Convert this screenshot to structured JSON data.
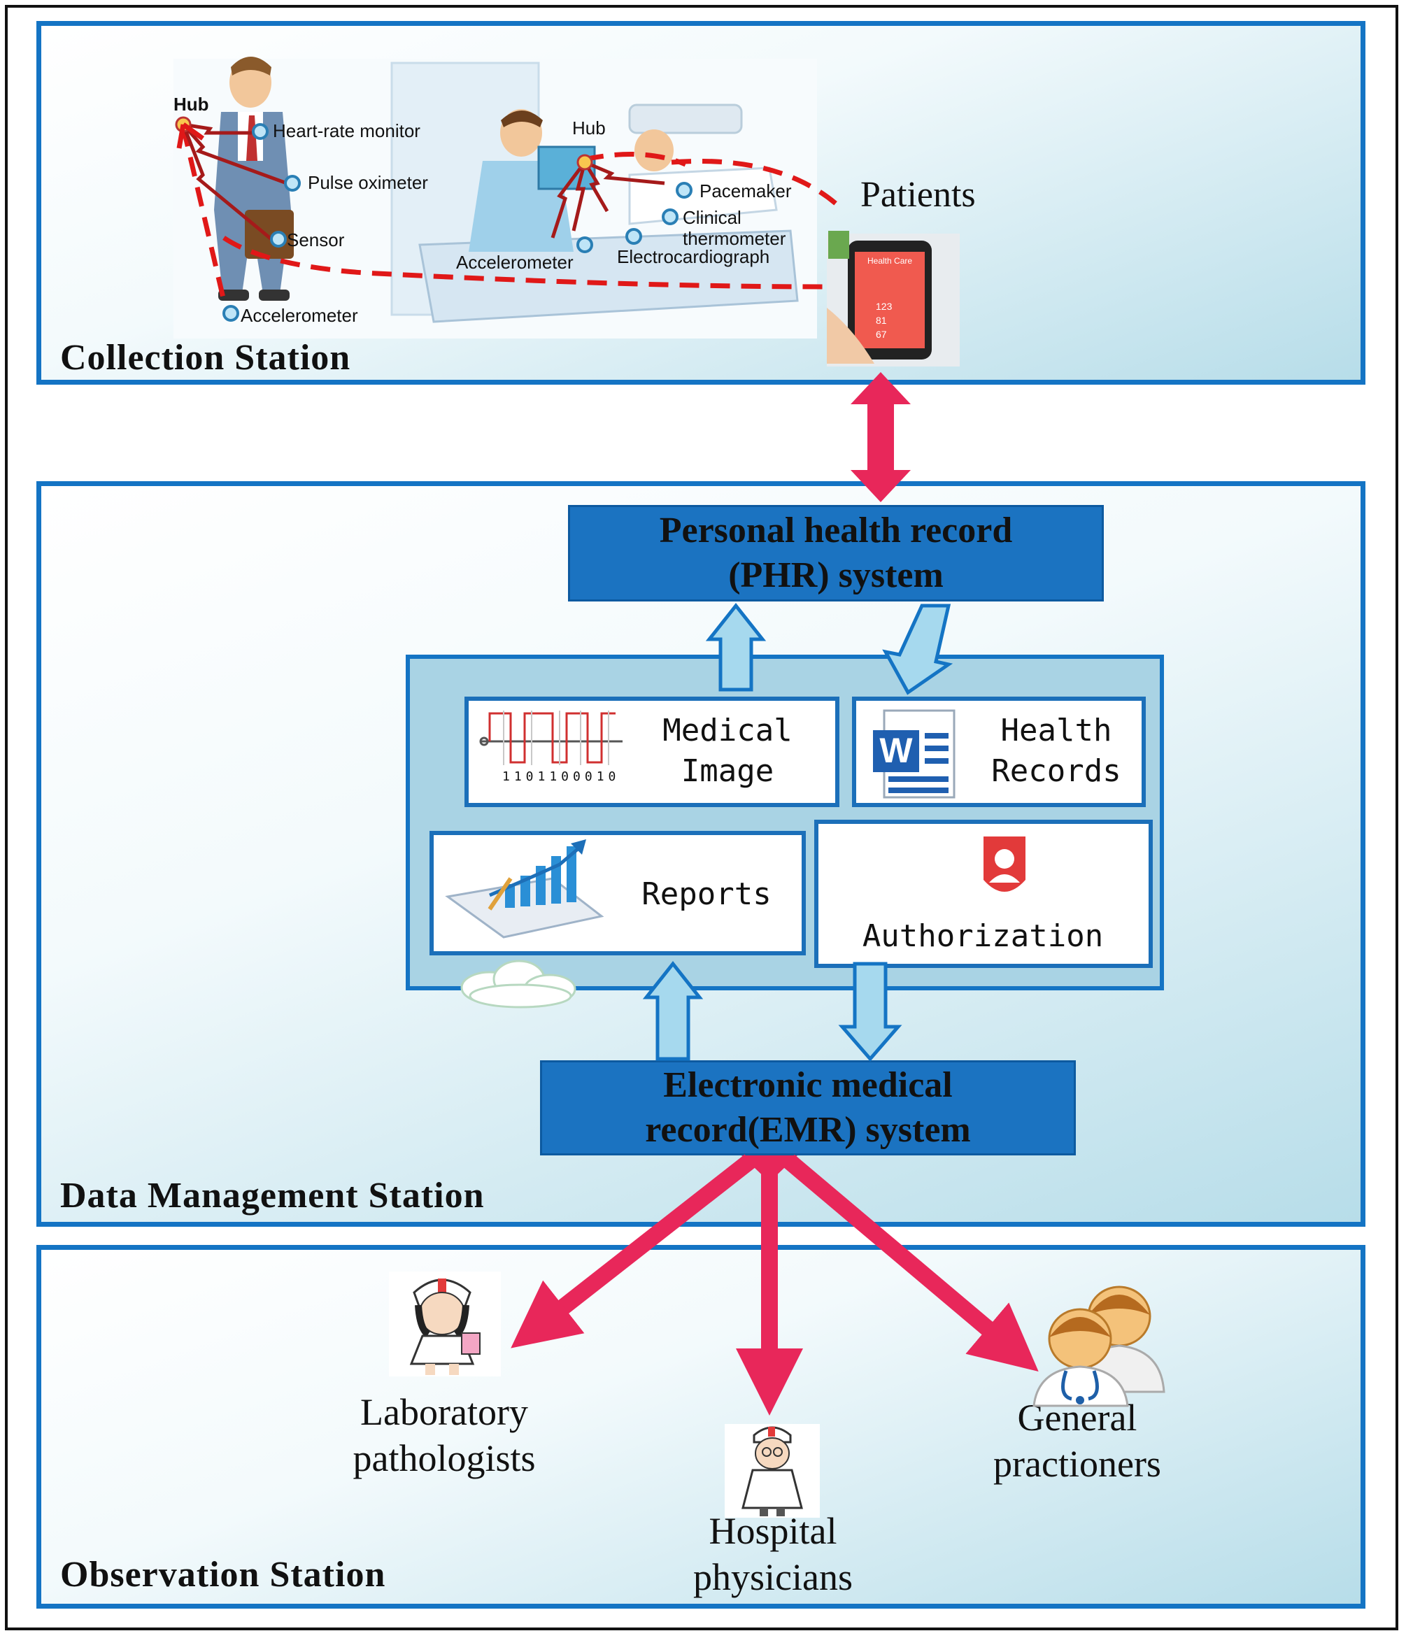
{
  "stations": {
    "collection": {
      "title": "Collection Station"
    },
    "data_management": {
      "title": "Data Management Station"
    },
    "observation": {
      "title": "Observation Station"
    }
  },
  "collection": {
    "patients_label": "Patients",
    "sensor_labels": {
      "hub_left": "Hub",
      "heart_rate": "Heart-rate monitor",
      "pulse_oximeter": "Pulse oximeter",
      "sensor": "Sensor",
      "accelerometer_left": "Accelerometer",
      "hub_right": "Hub",
      "pacemaker": "Pacemaker",
      "clinical": "Clinical",
      "thermometer": "thermometer",
      "accelerometer_right": "Accelerometer",
      "electrocardiograph": "Electrocardiograph"
    },
    "phone_screen": {
      "header": "Health Care",
      "values": [
        "123",
        "81",
        "67"
      ]
    }
  },
  "phr": {
    "line1": "Personal health record",
    "line2": "(PHR) system"
  },
  "emr": {
    "line1": "Electronic medical",
    "line2": "record(EMR) system"
  },
  "modules": {
    "medical_image": {
      "line1": "Medical",
      "line2": "Image",
      "signal_bits": "1101100010"
    },
    "health_records": {
      "line1": "Health",
      "line2": "Records"
    },
    "reports": {
      "label": "Reports"
    },
    "authorization": {
      "label": "Authorization"
    }
  },
  "roles": {
    "lab": {
      "line1": "Laboratory",
      "line2": "pathologists"
    },
    "hospital": {
      "line1": "Hospital",
      "line2": "physicians"
    },
    "general": {
      "line1": "General",
      "line2": "practioners"
    }
  },
  "colors": {
    "station_border": "#1474c4",
    "system_box": "#1b73c1",
    "link_arrow": "#e8275a",
    "dashed_link": "#e01818",
    "hollow_arrow": "#a6d9ee"
  }
}
